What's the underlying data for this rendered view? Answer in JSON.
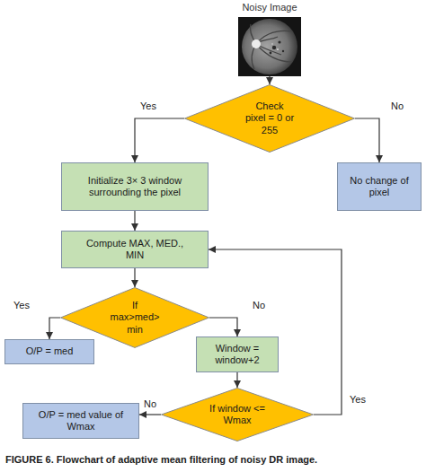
{
  "diagram": {
    "caption": "FIGURE 6. Flowchart of adaptive mean filtering of noisy DR image.",
    "nodes": [
      {
        "text": [
          "Noisy Image"
        ]
      },
      {
        "text": [
          "Check pixel = 0 or 255"
        ]
      },
      {
        "text": [
          "Initialize 3× 3 window surrounding the pixel"
        ]
      },
      {
        "text": [
          "No change of pixel"
        ]
      },
      {
        "text": [
          "Compute MAX, MED., MIN"
        ]
      },
      {
        "text": [
          "If max>med> min"
        ]
      },
      {
        "text": [
          "O/P = med"
        ]
      },
      {
        "text": [
          "Window = window+2"
        ]
      },
      {
        "text": [
          "If window <= Wmax"
        ]
      },
      {
        "text": [
          "O/P = med value of Wmax"
        ]
      }
    ],
    "edges": [
      {
        "from": 0,
        "to": 1,
        "arrow": "to"
      },
      {
        "from": 1,
        "to": 2,
        "label": "Yes",
        "arrow": "to"
      },
      {
        "from": 1,
        "to": 3,
        "label": "No",
        "arrow": "to"
      },
      {
        "from": 2,
        "to": 4,
        "arrow": "to"
      },
      {
        "from": 4,
        "to": 5,
        "arrow": "to"
      },
      {
        "from": 5,
        "to": 6,
        "label": "Yes",
        "arrow": "to"
      },
      {
        "from": 5,
        "to": 7,
        "label": "No",
        "arrow": "to"
      },
      {
        "from": 7,
        "to": 8,
        "arrow": "to"
      },
      {
        "from": 8,
        "to": 4,
        "label": "Yes",
        "arrow": "to"
      },
      {
        "from": 8,
        "to": 9,
        "label": "No",
        "arrow": "to"
      }
    ]
  }
}
